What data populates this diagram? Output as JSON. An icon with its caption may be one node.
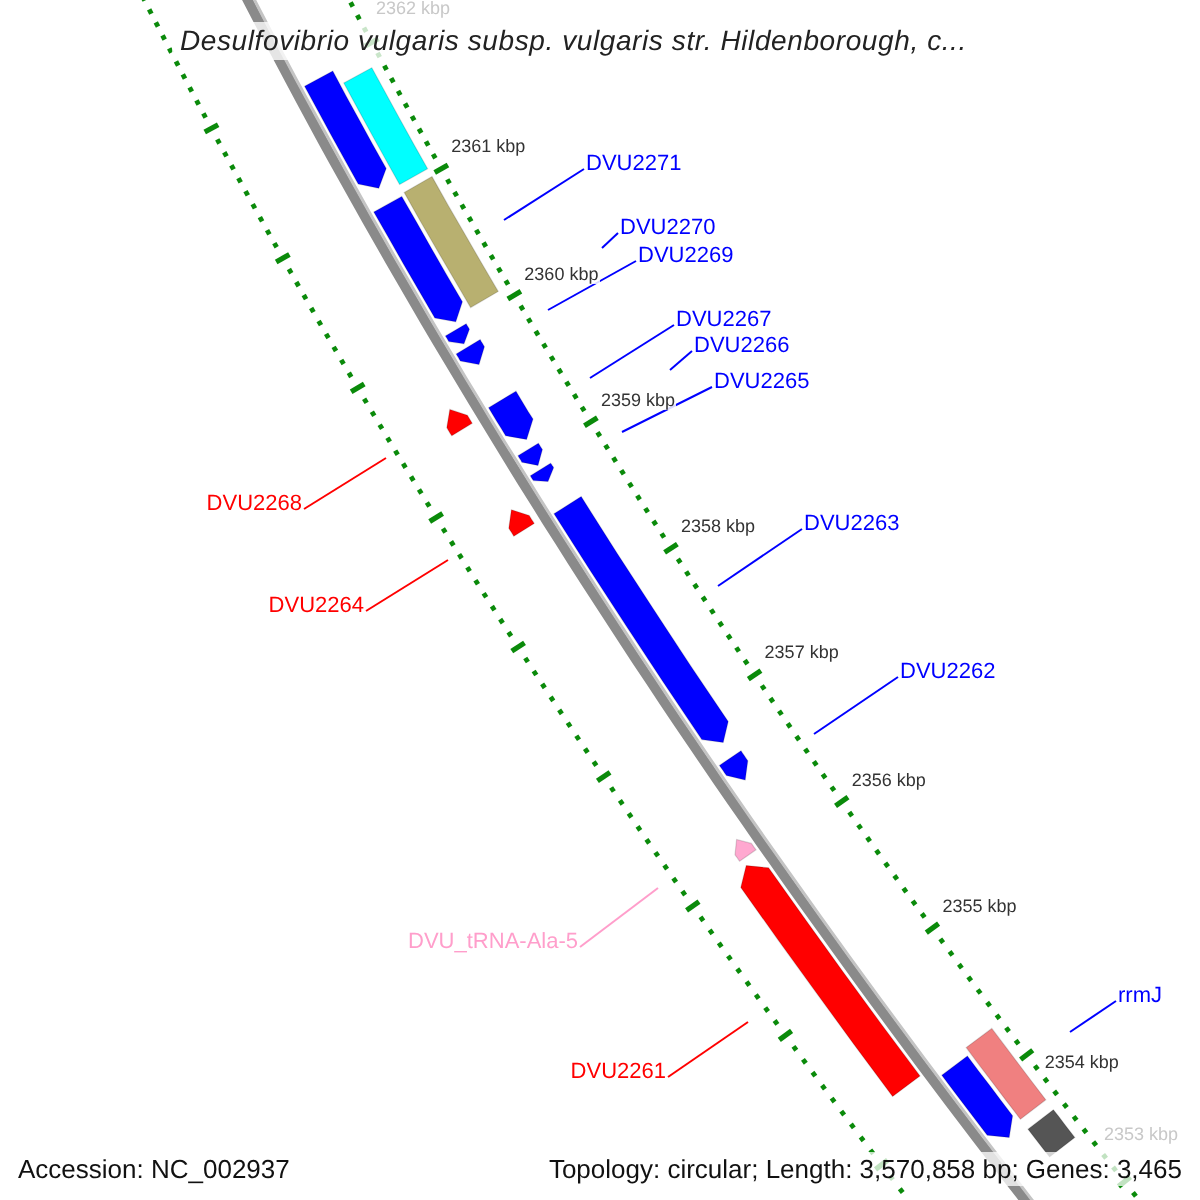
{
  "diagram": {
    "title": "Desulfovibrio vulgaris subsp. vulgaris str. Hildenborough, c...",
    "nodes": [
      {
        "text": [
          "DVU2271"
        ]
      },
      {
        "text": [
          "DVU2270"
        ]
      },
      {
        "text": [
          "DVU2269"
        ]
      },
      {
        "text": [
          "DVU2267"
        ]
      },
      {
        "text": [
          "DVU2266"
        ]
      },
      {
        "text": [
          "DVU2265"
        ]
      },
      {
        "text": [
          "DVU2268"
        ]
      },
      {
        "text": [
          "DVU2263"
        ]
      },
      {
        "text": [
          "DVU2264"
        ]
      },
      {
        "text": [
          "DVU2262"
        ]
      },
      {
        "text": [
          "DVU_tRNA-Ala-5"
        ]
      },
      {
        "text": [
          "rrmJ"
        ]
      },
      {
        "text": [
          "DVU2261"
        ]
      },
      {
        "text": [],
        "shape": "bar"
      },
      {
        "text": [],
        "shape": "bar"
      },
      {
        "text": [],
        "shape": "bar"
      },
      {
        "text": [],
        "shape": "bar"
      },
      {
        "text": [],
        "shape": "bar"
      },
      {
        "text": [],
        "shape": "bar"
      },
      {
        "text": [],
        "shape": "bar"
      },
      {
        "text": [],
        "shape": "bar"
      },
      {
        "text": [],
        "shape": "bar"
      },
      {
        "text": [],
        "shape": "bar"
      },
      {
        "text": [],
        "shape": "bar"
      },
      {
        "text": [],
        "shape": "bar"
      },
      {
        "text": [],
        "shape": "bar"
      },
      {
        "text": [],
        "shape": "bar"
      },
      {
        "text": [],
        "shape": "bar"
      },
      {
        "text": [],
        "shape": "bar"
      },
      {
        "text": [],
        "shape": "bar"
      },
      {
        "text": [],
        "shape": "bar"
      }
    ],
    "edges": [
      {
        "from": 0,
        "to": null,
        "arrow": "none"
      },
      {
        "from": 1,
        "to": null,
        "arrow": "none"
      },
      {
        "from": 2,
        "to": null,
        "arrow": "none"
      },
      {
        "from": 3,
        "to": null,
        "arrow": "none"
      },
      {
        "from": 4,
        "to": null,
        "arrow": "none"
      },
      {
        "from": 5,
        "to": null,
        "arrow": "none"
      },
      {
        "from": 6,
        "to": null,
        "arrow": "none",
        "color": "#ff0000"
      },
      {
        "from": 7,
        "to": null,
        "arrow": "none"
      },
      {
        "from": 8,
        "to": null,
        "arrow": "none",
        "color": "#ff0000"
      },
      {
        "from": 9,
        "to": null,
        "arrow": "none"
      },
      {
        "from": 10,
        "to": null,
        "arrow": "none",
        "color": "#ff9ecb"
      },
      {
        "from": 11,
        "to": null,
        "arrow": "none"
      },
      {
        "from": 12,
        "to": null,
        "arrow": "none",
        "color": "#ff0000"
      }
    ],
    "labels": [
      "2362 kbp",
      "2361 kbp",
      "2360 kbp",
      "2359 kbp",
      "2358 kbp",
      "2357 kbp",
      "2356 kbp",
      "2355 kbp",
      "2354 kbp",
      "2353 kbp",
      "Accession: NC_002937",
      "Topology: circular; Length: 3,570,858 bp; Genes: 3,465"
    ]
  }
}
